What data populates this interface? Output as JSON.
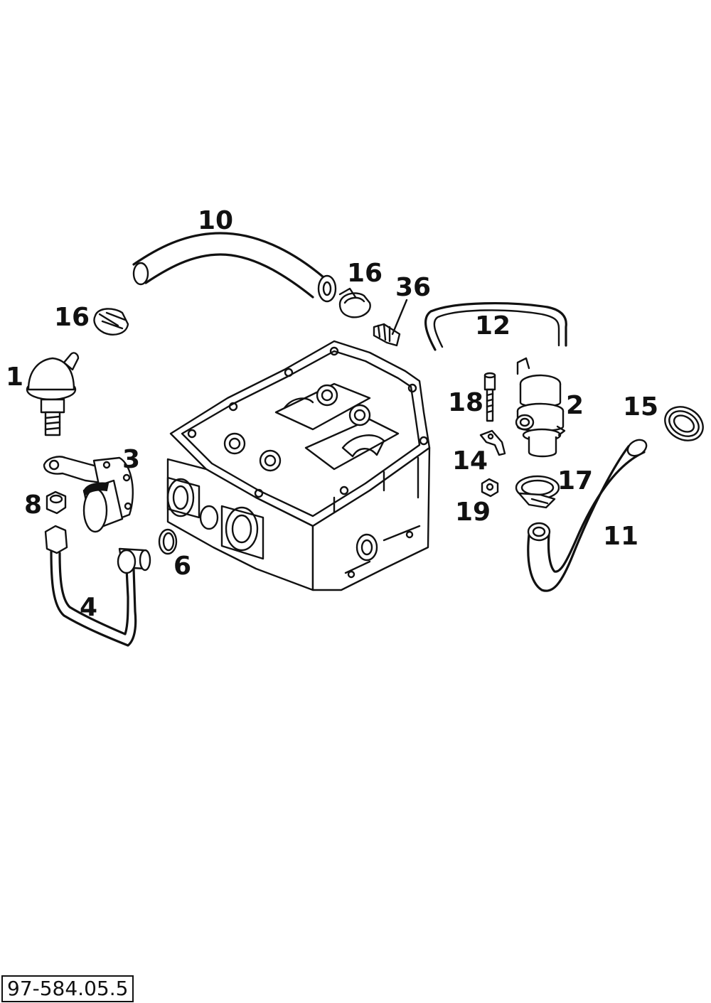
{
  "diagram": {
    "reference_code": "97-584.05.5",
    "labels": {
      "1": "1",
      "2": "2",
      "3": "3",
      "4": "4",
      "6": "6",
      "8": "8",
      "10": "10",
      "11": "11",
      "12": "12",
      "14": "14",
      "15": "15",
      "16a": "16",
      "16b": "16",
      "17": "17",
      "18": "18",
      "19": "19",
      "36": "36"
    }
  }
}
